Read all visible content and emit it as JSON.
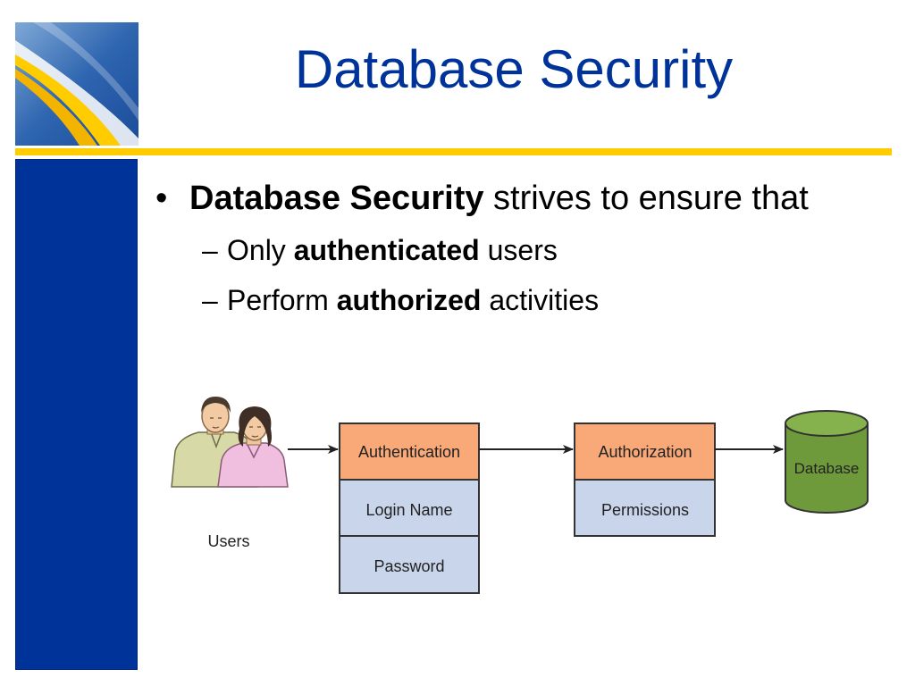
{
  "slide": {
    "title": "Database Security"
  },
  "bullets": {
    "main": {
      "bold": "Database Security",
      "rest": " strives to ensure that"
    },
    "sub": [
      {
        "pre": "Only ",
        "bold": "authenticated",
        "post": " users"
      },
      {
        "pre": "Perform ",
        "bold": "authorized",
        "post": " activities"
      }
    ]
  },
  "diagram": {
    "users_label": "Users",
    "authentication": {
      "header": "Authentication",
      "items": [
        "Login Name",
        "Password"
      ]
    },
    "authorization": {
      "header": "Authorization",
      "items": [
        "Permissions"
      ]
    },
    "database_label": "Database"
  },
  "colors": {
    "title_blue": "#003399",
    "gold": "#ffcc00",
    "box_header": "#f9a878",
    "box_item": "#c9d5ea",
    "database_green": "#6f9a3c"
  }
}
